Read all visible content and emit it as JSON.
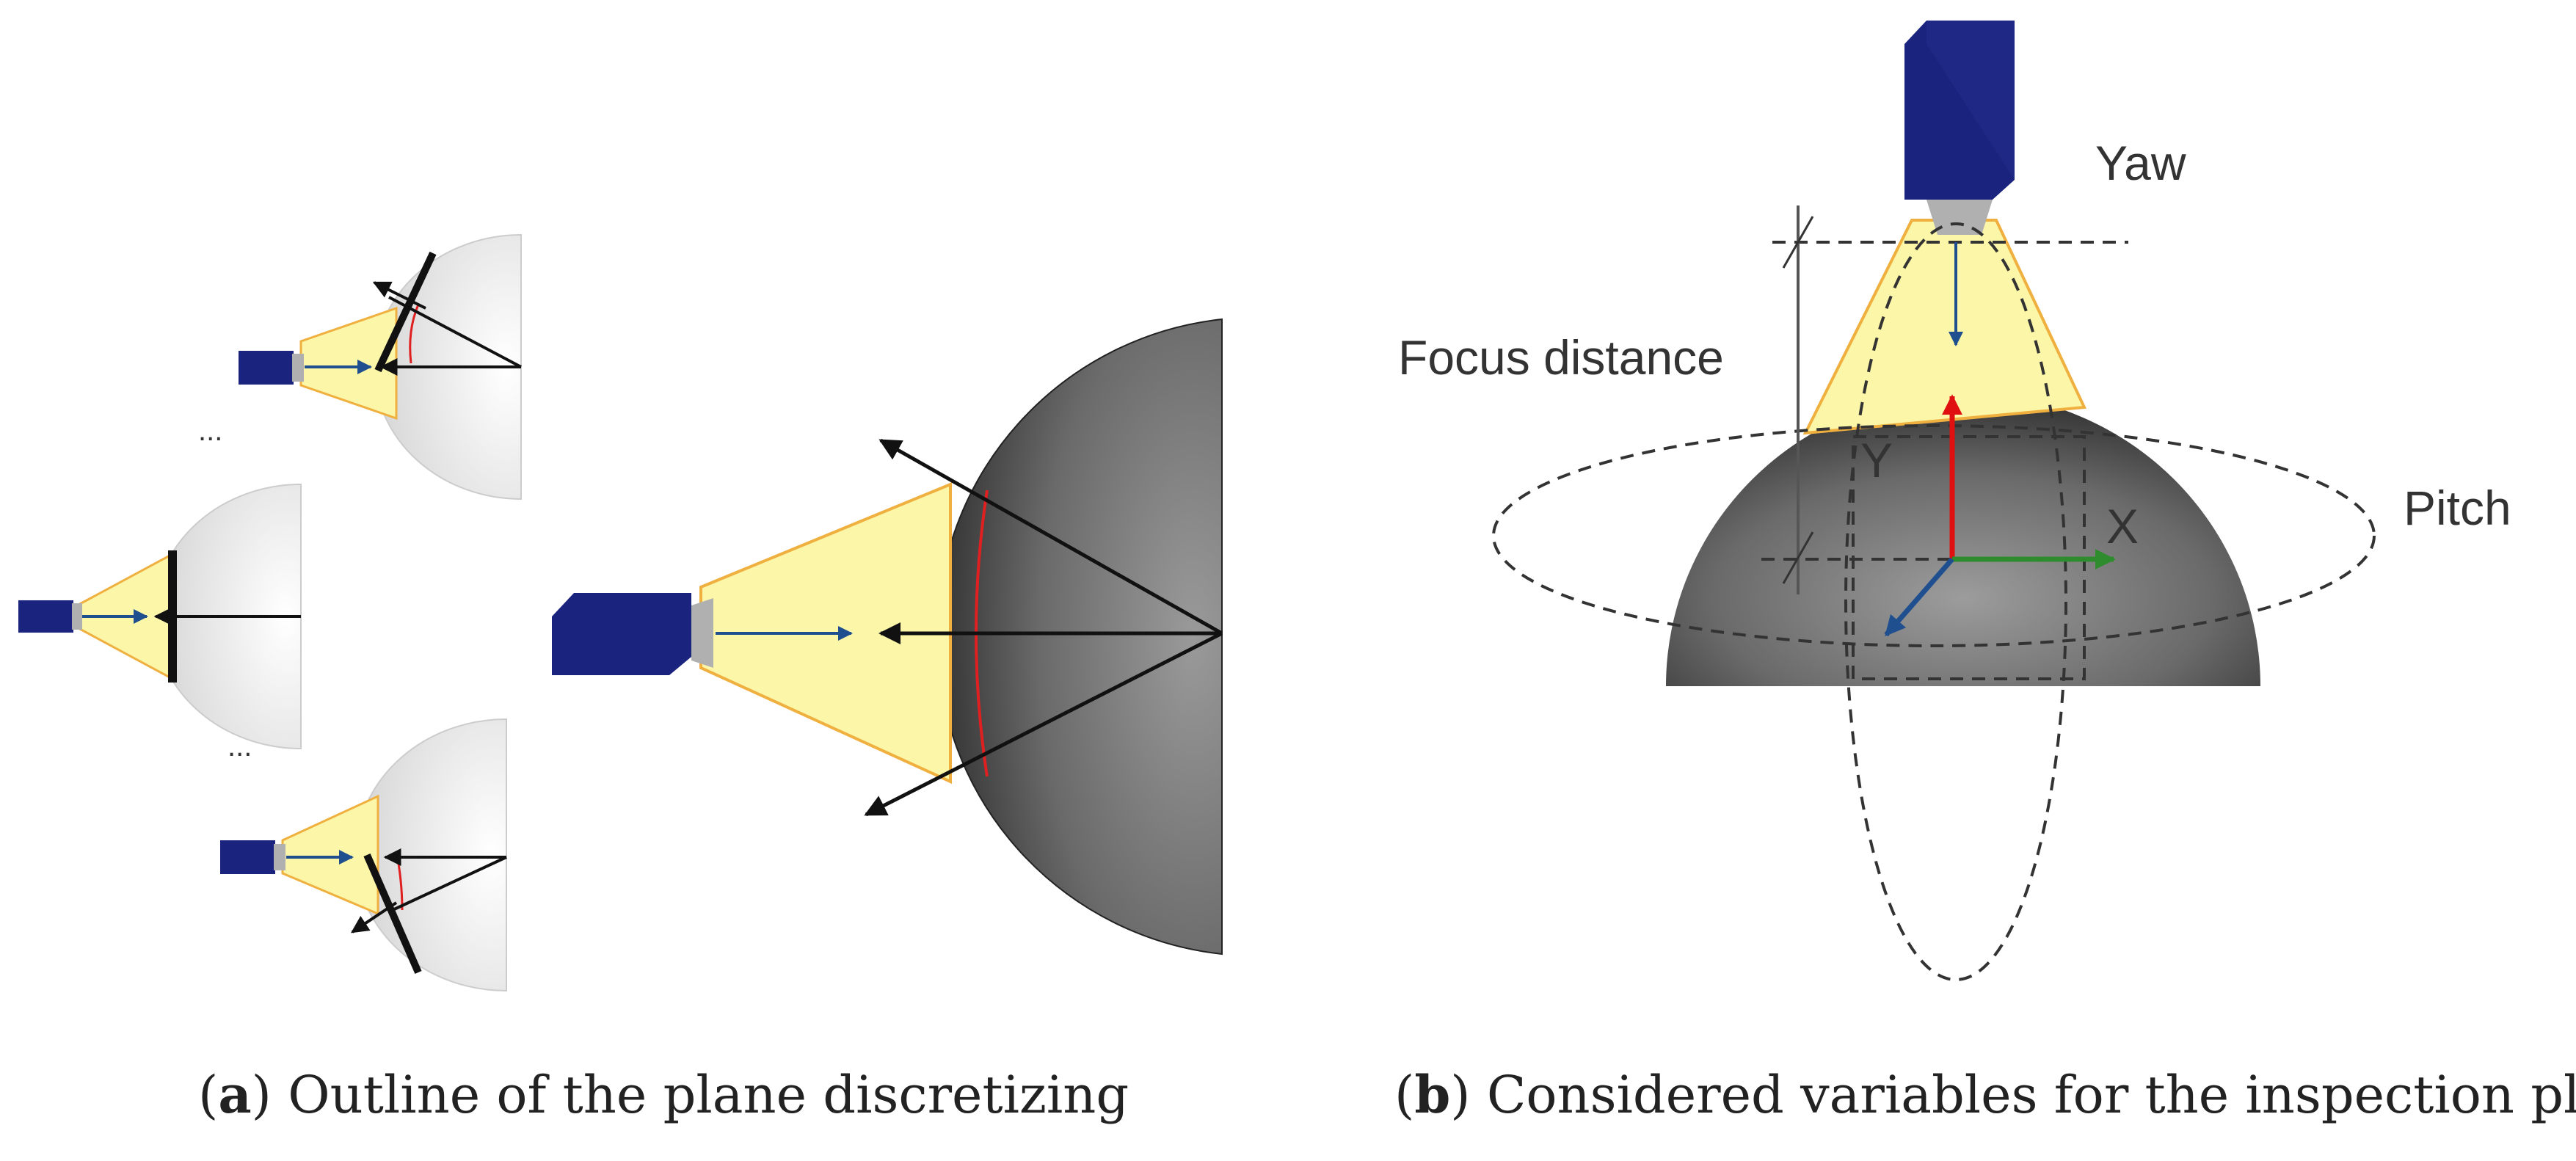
{
  "panel_a": {
    "ellipsis_labels": [
      "...",
      "..."
    ],
    "caption": {
      "letter": "a",
      "text": "Outline of the plane discretizing"
    }
  },
  "panel_b": {
    "labels": {
      "yaw": "Yaw",
      "pitch": "Pitch",
      "focus_distance": "Focus distance",
      "axis_x": "X",
      "axis_y": "Y"
    },
    "caption": {
      "letter": "b",
      "text": "Considered variables for the inspection plan"
    }
  },
  "colors": {
    "camera_body": "#1a237e",
    "camera_lens": "#b0b0b0",
    "view_cone": "#fbf6a8",
    "view_cone_edge": "#f0b040",
    "hemisphere_dark": "#3a3a3a",
    "hemisphere_light": "#8c8c8c",
    "axis_x": "#2e8b2e",
    "axis_y": "#e01010",
    "axis_z": "#1f4f8f",
    "arc": "#e02020"
  }
}
